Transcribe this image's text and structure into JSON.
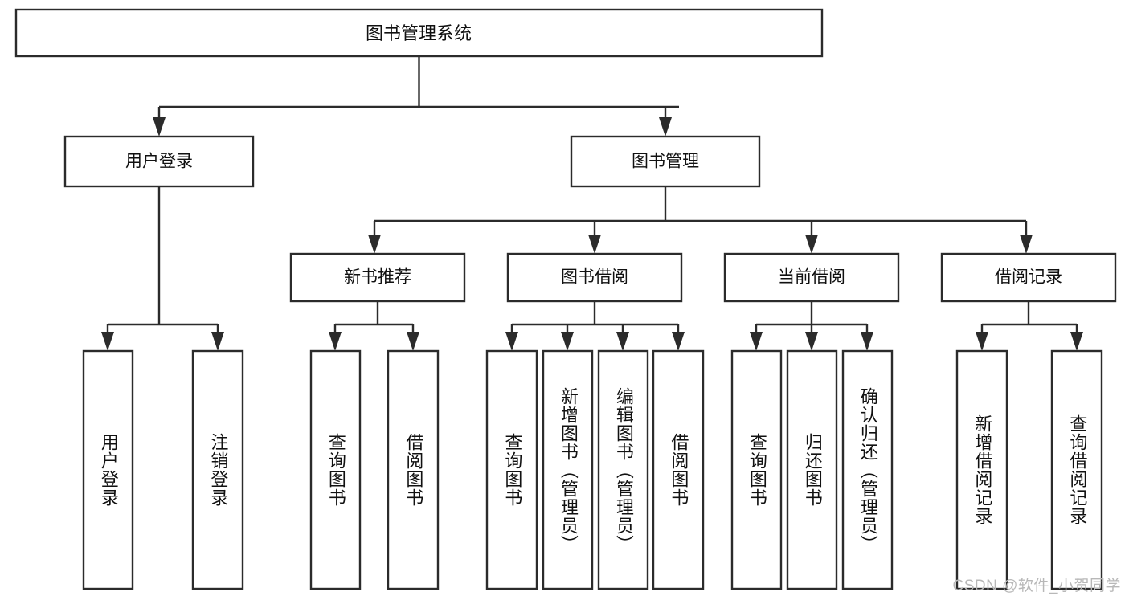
{
  "diagram": {
    "type": "tree-hierarchy",
    "title_node": {
      "id": "root",
      "label": "图书管理系统"
    },
    "level2": [
      {
        "id": "user-login",
        "label": "用户登录"
      },
      {
        "id": "book-manage",
        "label": "图书管理"
      }
    ],
    "level3": [
      {
        "id": "new-book-recommend",
        "label": "新书推荐",
        "parent": "book-manage"
      },
      {
        "id": "book-borrow",
        "label": "图书借阅",
        "parent": "book-manage"
      },
      {
        "id": "current-borrow",
        "label": "当前借阅",
        "parent": "book-manage"
      },
      {
        "id": "borrow-record",
        "label": "借阅记录",
        "parent": "book-manage"
      }
    ],
    "leaves": [
      {
        "id": "leaf-user-login",
        "label": "用户登录",
        "parent": "user-login"
      },
      {
        "id": "leaf-user-logout",
        "label": "注销登录",
        "parent": "user-login"
      },
      {
        "id": "leaf-query-book-1",
        "label": "查询图书",
        "parent": "new-book-recommend"
      },
      {
        "id": "leaf-borrow-book-1",
        "label": "借阅图书",
        "parent": "new-book-recommend"
      },
      {
        "id": "leaf-query-book-2",
        "label": "查询图书",
        "parent": "book-borrow"
      },
      {
        "id": "leaf-add-book",
        "label": "新增图书（管理员）",
        "parent": "book-borrow"
      },
      {
        "id": "leaf-edit-book",
        "label": "编辑图书（管理员）",
        "parent": "book-borrow"
      },
      {
        "id": "leaf-borrow-book-2",
        "label": "借阅图书",
        "parent": "book-borrow"
      },
      {
        "id": "leaf-query-book-3",
        "label": "查询图书",
        "parent": "current-borrow"
      },
      {
        "id": "leaf-return-book",
        "label": "归还图书",
        "parent": "current-borrow"
      },
      {
        "id": "leaf-confirm-return",
        "label": "确认归还（管理员）",
        "parent": "current-borrow"
      },
      {
        "id": "leaf-add-record",
        "label": "新增借阅记录",
        "parent": "borrow-record"
      },
      {
        "id": "leaf-query-record",
        "label": "查询借阅记录",
        "parent": "borrow-record"
      }
    ],
    "colors": {
      "stroke": "#2b2b2b",
      "fill": "#ffffff",
      "text": "#111111",
      "watermark": "#b8b8b8",
      "background": "#ffffff"
    }
  },
  "watermark": {
    "text": "CSDN @软件_小贺同学"
  }
}
